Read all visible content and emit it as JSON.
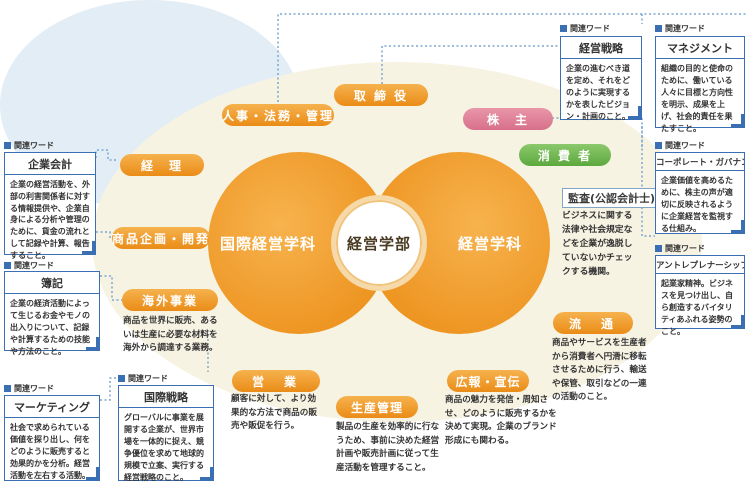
{
  "center": {
    "left_label": "国際経営学科",
    "right_label": "経営学科",
    "core_label": "経営学部"
  },
  "pills": {
    "jinji": "人事・法務・管理",
    "torishimari": "取 締 役",
    "kabunushi": "株　主",
    "shohisha": "消 費 者",
    "keiri": "経　理",
    "shohin": "商品企画・開発"
  },
  "sections": {
    "kansa": {
      "title": "監査(公認会計士)",
      "text": "ビジネスに関する法律や社会規定などを企業が逸脱していないかチェックする機関。"
    },
    "kaigai": {
      "title": "海外事業",
      "text": "商品を世界に販売、あるいは生産に必要な材料を海外から調達する業務。"
    },
    "eigyo": {
      "title": "営　業",
      "text": "顧客に対して、より効果的な方法で商品の販売や販促を行う。"
    },
    "seisan": {
      "title": "生産管理",
      "text": "製品の生産を効率的に行なうため、事前に決めた経営計画や販売計画に従って生産活動を管理すること。"
    },
    "koho": {
      "title": "広報・宣伝",
      "text": "商品の魅力を発信・周知させ、どのように販売するかを決めて実現。企業のブランド形成にも関わる。"
    },
    "ryutsu": {
      "title": "流　通",
      "text": "商品やサービスを生産者から消費者へ円滑に移転させるために行う、輸送や保管、取引などの一連の活動のこと。"
    }
  },
  "keywords": {
    "tag_label": "関連ワード",
    "items": [
      {
        "id": "kigyokaikei",
        "title": "企業会計",
        "text": "企業の経営活動を、外部の利害関係者に対する情報提供や、企業自身による分析や管理のために、貨金の流れとして記録や計算、報告すること。"
      },
      {
        "id": "boki",
        "title": "簿記",
        "text": "企業の経済活動によって生じるお金やモノの出入りについて、記録や計算するための技能や方法のこと。"
      },
      {
        "id": "marketing",
        "title": "マーケティング",
        "text": "社会で求められている価値を探り出し、何をどのように販売すると効果的かを分析。経営活動を左右する活動。"
      },
      {
        "id": "kokusai",
        "title": "国際戦略",
        "text": "グローバルに事業を展開する企業が、世界市場を一体的に捉え、競争優位を求めて地球的規模で立案、実行する経営戦略のこと。"
      },
      {
        "id": "keiei",
        "title": "経営戦略",
        "text": "企業の進むべき道を定め、それをどのように実現するかを表したビジョン・計画のこと。"
      },
      {
        "id": "management",
        "title": "マネジメント",
        "text": "組織の目的と使命のために、働いている人々に目標と方向性を明示、成果を上げ、社会的責任を果たすこと。"
      },
      {
        "id": "governance",
        "title": "コーポレート・ガバナンス",
        "text": "企業価値を高めるために、株主の声が適切に反映されるように企業経営を監視する仕組み。"
      },
      {
        "id": "entrepreneur",
        "title": "アントレプレナーシップ",
        "text": "起業家精神。ビジネスを見つけ出し、自ら創造するバイタリティあふれる姿勢のこと。"
      }
    ]
  }
}
